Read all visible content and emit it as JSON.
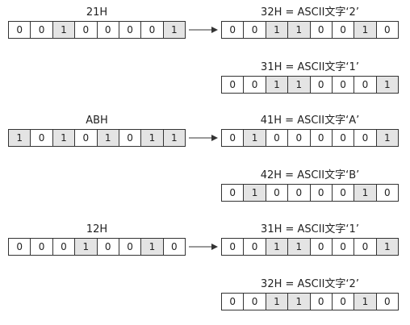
{
  "rows": [
    {
      "source": {
        "label": "21H",
        "bits": [
          0,
          0,
          1,
          0,
          0,
          0,
          0,
          1
        ]
      },
      "targets": [
        {
          "label": "32H = ASCII文字‘2’",
          "bits": [
            0,
            0,
            1,
            1,
            0,
            0,
            1,
            0
          ]
        },
        {
          "label": "31H = ASCII文字‘1’",
          "bits": [
            0,
            0,
            1,
            1,
            0,
            0,
            0,
            1
          ]
        }
      ]
    },
    {
      "source": {
        "label": "ABH",
        "bits": [
          1,
          0,
          1,
          0,
          1,
          0,
          1,
          1
        ]
      },
      "targets": [
        {
          "label": "41H = ASCII文字‘A’",
          "bits": [
            0,
            1,
            0,
            0,
            0,
            0,
            0,
            1
          ]
        },
        {
          "label": "42H = ASCII文字‘B’",
          "bits": [
            0,
            1,
            0,
            0,
            0,
            0,
            1,
            0
          ]
        }
      ]
    },
    {
      "source": {
        "label": "12H",
        "bits": [
          0,
          0,
          0,
          1,
          0,
          0,
          1,
          0
        ]
      },
      "targets": [
        {
          "label": "31H = ASCII文字‘1’",
          "bits": [
            0,
            0,
            1,
            1,
            0,
            0,
            0,
            1
          ]
        },
        {
          "label": "32H = ASCII文字‘2’",
          "bits": [
            0,
            0,
            1,
            1,
            0,
            0,
            1,
            0
          ]
        }
      ]
    }
  ],
  "colors": {
    "set_bit": "#e4e4e4",
    "line": "#333333"
  }
}
